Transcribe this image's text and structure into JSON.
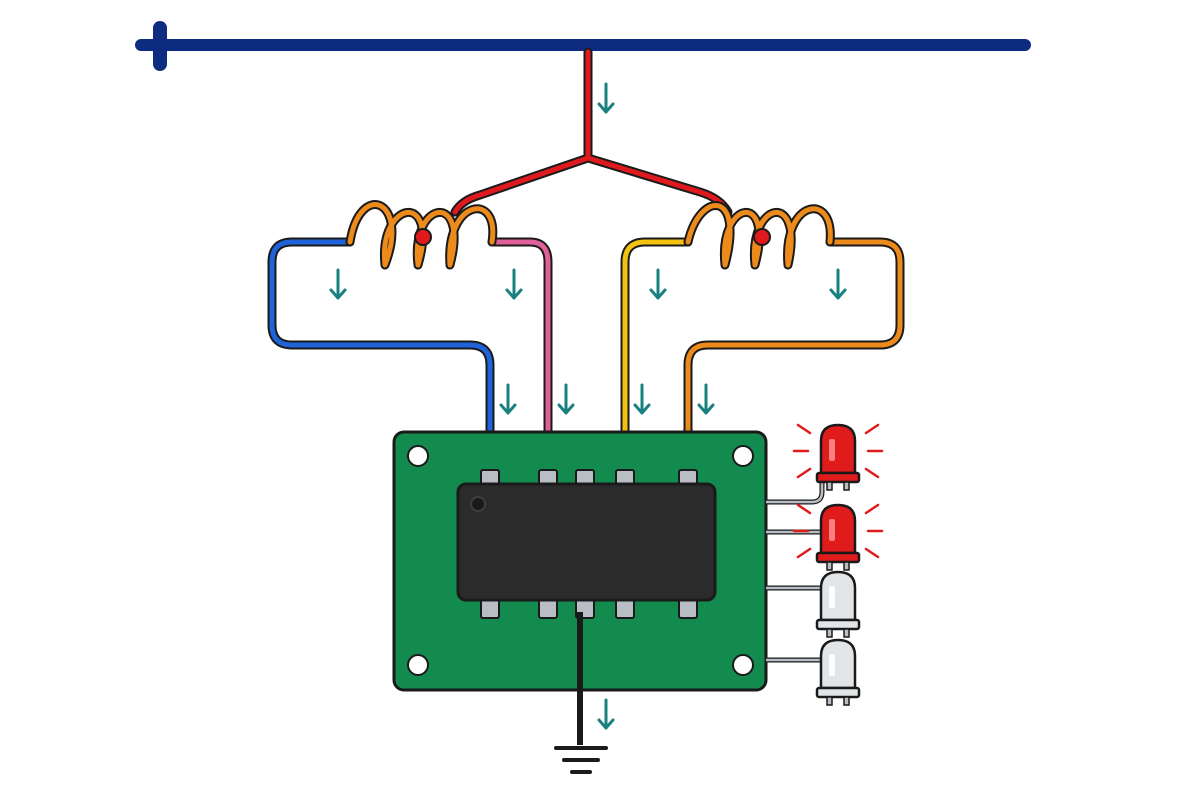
{
  "diagram": {
    "colors": {
      "bus": "#0d2b80",
      "trunk": "#e0191e",
      "coil": "#ec8a1c",
      "wire_blue": "#1f63d8",
      "wire_pink": "#e0609a",
      "wire_yellow": "#f2c20f",
      "wire_orange": "#ec8a1c",
      "pcb": "#138a4e",
      "chip": "#2b2b2b",
      "pin": "#b9bec4",
      "led_on": "#e01b1b",
      "led_off": "#e2e5e8",
      "arrow": "#1a8080",
      "ground": "#1a1a1a"
    },
    "coils": [
      {
        "name": "left-coil",
        "sensor_dot": true
      },
      {
        "name": "right-coil",
        "sensor_dot": true
      }
    ],
    "leds": [
      {
        "state": "on"
      },
      {
        "state": "on"
      },
      {
        "state": "off"
      },
      {
        "state": "off"
      }
    ],
    "flow_arrow_icon": "down-arrow-icon",
    "ground_icon": "ground-symbol-icon"
  }
}
